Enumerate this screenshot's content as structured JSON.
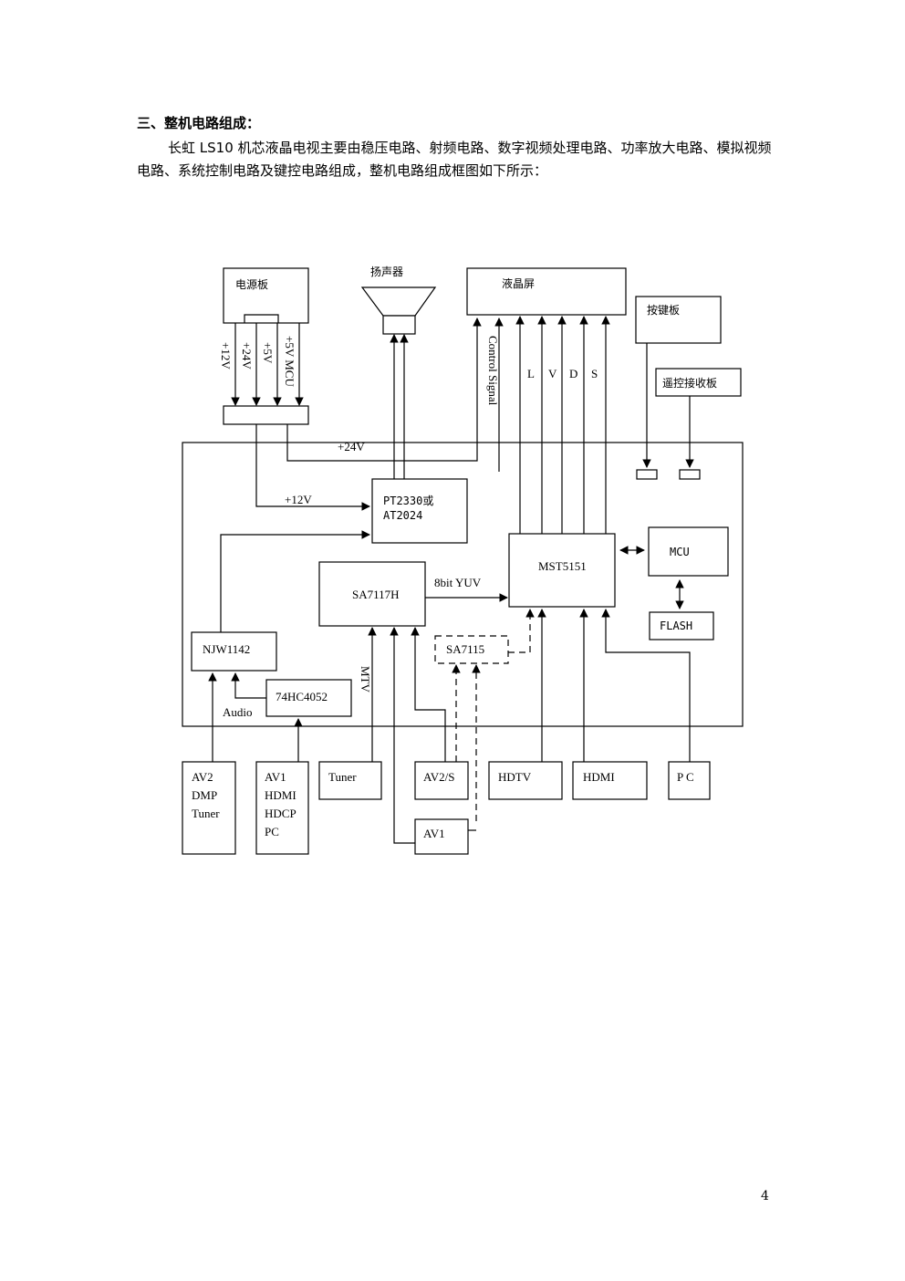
{
  "heading": "三、整机电路组成：",
  "paragraph": "长虹 LS10 机芯液晶电视主要由稳压电路、射频电路、数字视频处理电路、功率放大电路、模拟视频电路、系统控制电路及键控电路组成，整机电路组成框图如下所示：",
  "diagram": {
    "power_board": "电源板",
    "speaker": "扬声器",
    "lcd_panel": "液晶屏",
    "key_board": "按键板",
    "remote_receiver": "遥控接收板",
    "rail_12v": "+12V",
    "rail_24v": "+24V",
    "rail_5v": "+5V",
    "rail_5v_mcu": "+5V MCU",
    "control_signal": "Control Signal",
    "lvds": [
      "L",
      "V",
      "D",
      "S"
    ],
    "bus_24v": "+24V",
    "bus_12v": "+12V",
    "amp_line1": "PT2330或",
    "amp_line2": "AT2024",
    "mst": "MST5151",
    "mcu": "MCU",
    "flash": "FLASH",
    "sa7117h": "SA7117H",
    "yuv": "8bit YUV",
    "sa7115": "SA7115",
    "njw": "NJW1142",
    "hc4052": "74HC4052",
    "audio": "Audio",
    "mtv": "MTV",
    "in_av2_dmp": [
      "AV2",
      "DMP",
      "Tuner"
    ],
    "in_av1_hdmi": [
      "AV1",
      "HDMI",
      "HDCP",
      "PC"
    ],
    "in_tuner": "Tuner",
    "in_av2s": "AV2/S",
    "in_av1": "AV1",
    "in_hdtv": "HDTV",
    "in_hdmi": "HDMI",
    "in_pc": "P C"
  },
  "page_number": "4"
}
